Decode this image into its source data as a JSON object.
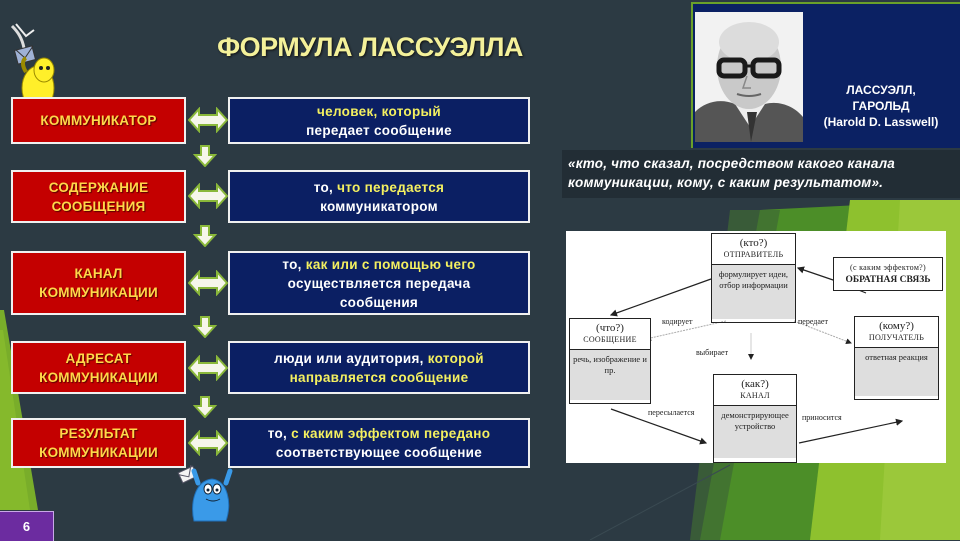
{
  "slide": {
    "title": "ФОРМУЛА ЛАССУЭЛЛА",
    "number": "6",
    "colors": {
      "background": "#2c3a43",
      "red_box": "#c40000",
      "red_box_text": "#ffd84a",
      "blue_box": "#0b1f63",
      "blue_box_text": "#ffffff",
      "highlight_text": "#f4f060",
      "title": "#f4f19a",
      "accent_green": "#8ec12e",
      "slide_number_bg": "#6c2ca0"
    }
  },
  "rows": [
    {
      "term": "КОММУНИКАТОР",
      "definition_lines": [
        {
          "parts": [
            {
              "text": "человек, который",
              "hl": true
            }
          ]
        },
        {
          "parts": [
            {
              "text": "передает сообщение",
              "hl": false
            }
          ]
        }
      ]
    },
    {
      "term": "СОДЕРЖАНИЕ СООБЩЕНИЯ",
      "definition_lines": [
        {
          "parts": [
            {
              "text": "то, ",
              "hl": false
            },
            {
              "text": "что передается",
              "hl": true
            }
          ]
        },
        {
          "parts": [
            {
              "text": "коммуникатором",
              "hl": false
            }
          ]
        }
      ]
    },
    {
      "term": "КАНАЛ КОММУНИКАЦИИ",
      "definition_lines": [
        {
          "parts": [
            {
              "text": "то, ",
              "hl": false
            },
            {
              "text": "как или с помощью чего",
              "hl": true
            }
          ]
        },
        {
          "parts": [
            {
              "text": "осуществляется передача",
              "hl": false
            }
          ]
        },
        {
          "parts": [
            {
              "text": "сообщения",
              "hl": false
            }
          ]
        }
      ]
    },
    {
      "term": "АДРЕСАТ КОММУНИКАЦИИ",
      "definition_lines": [
        {
          "parts": [
            {
              "text": "люди или аудитория, ",
              "hl": false
            },
            {
              "text": "которой",
              "hl": true
            }
          ]
        },
        {
          "parts": [
            {
              "text": "направляется сообщение",
              "hl": true
            }
          ]
        }
      ]
    },
    {
      "term": "РЕЗУЛЬТАТ КОММУНИКАЦИИ",
      "definition_lines": [
        {
          "parts": [
            {
              "text": "то, ",
              "hl": false
            },
            {
              "text": "с каким эффектом передано",
              "hl": true
            }
          ]
        },
        {
          "parts": [
            {
              "text": "соответствующее сообщение",
              "hl": false
            }
          ]
        }
      ]
    }
  ],
  "portrait": {
    "caption_lines": [
      "ЛАССУЭЛЛ,",
      "ГАРОЛЬД",
      "(Harold D. Lasswell)"
    ]
  },
  "quote": {
    "text": "«кто, что сказал, посредством какого канала коммуникации, кому, с каким результатом»."
  },
  "diagram": {
    "sender": {
      "question": "(кто?)",
      "role": "ОТПРАВИТЕЛЬ",
      "action": "формулирует идеи, отбор информации"
    },
    "message": {
      "question": "(что?)",
      "role": "СООБЩЕНИЕ",
      "action": "речь, изображение и пр."
    },
    "channel": {
      "question": "(как?)",
      "role": "КАНАЛ",
      "action": "демонстрирующее устройство"
    },
    "receiver": {
      "question": "(кому?)",
      "role": "ПОЛУЧАТЕЛЬ",
      "action": "ответная реакция"
    },
    "feedback": {
      "question": "(с каким эффектом?)",
      "role": "ОБРАТНАЯ СВЯЗЬ"
    },
    "edges": {
      "encodes": "кодирует",
      "transmits": "передает",
      "chooses": "выбирает",
      "is_sent": "пересылается",
      "is_delivered": "приносится"
    }
  }
}
